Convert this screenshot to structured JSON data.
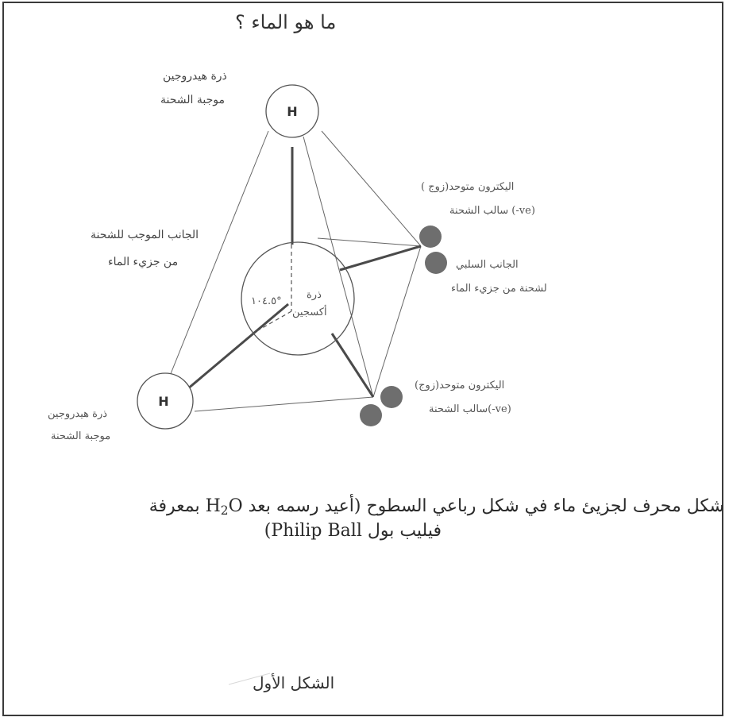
{
  "title": "ما هو الماء ؟",
  "labels": {
    "h_top_line1": "ذرة هيدروجين",
    "h_top_line2": "موجبة الشحنة",
    "positive_side_line1": "الجانب الموجب للشحنة",
    "positive_side_line2": "من جزيء الماء",
    "oxygen_line1": "ذرة",
    "oxygen_line2": "أكسجين",
    "angle": "°١٠٤.٥",
    "electron_pair1_line1": "اليكترون متوحد(زوج )",
    "electron_pair1_line2": "(ve-) سالب الشحنة",
    "negative_side_line1": "الجانب السلبي",
    "negative_side_line2": "لشحنة من جزيء الماء",
    "electron_pair2_line1": "اليكترون متوحد(زوج)",
    "electron_pair2_line2": "(ve-)سالب الشحنة",
    "h_left_line1": "ذرة هيدروجين",
    "h_left_line2": "موجبة الشحنة",
    "h_symbol": "H"
  },
  "caption": {
    "line1_before": "شكل محرف لجزيئ ماء في شكل رباعي السطوح (أعيد رسمه بعد ",
    "formula_h": "H",
    "formula_sub": "2",
    "formula_o": "O",
    "line1_after": " بمعرفة",
    "line2": "فيليب  بول Philip Ball)"
  },
  "figure_label": "الشكل الأول",
  "colors": {
    "line": "#555555",
    "electron": "#6e6e6e",
    "border": "#3a3a3a"
  }
}
